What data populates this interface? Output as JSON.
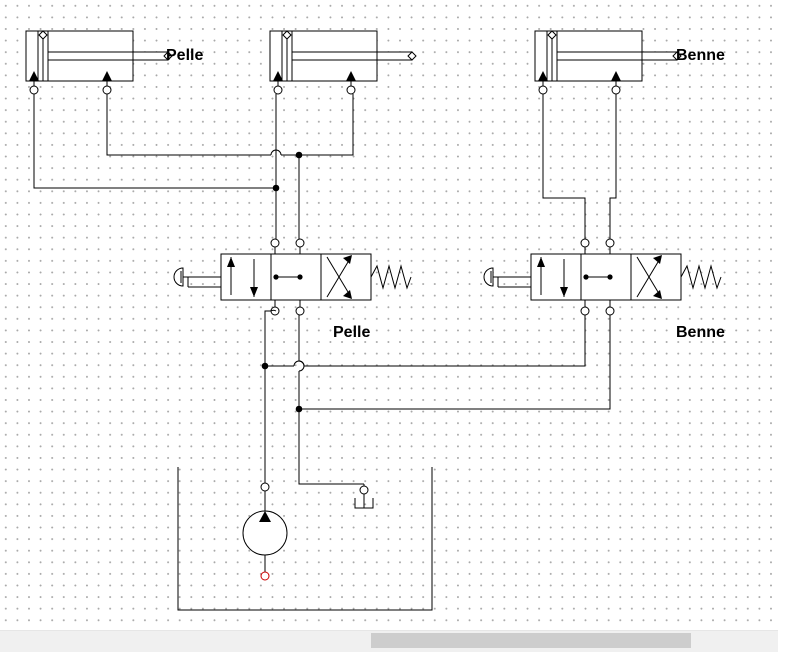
{
  "labels": {
    "cyl_pelle": "Pelle",
    "cyl_benne": "Benne",
    "valve_pelle": "Pelle",
    "valve_benne": "Benne"
  },
  "colors": {
    "line": "#000000",
    "grid_dot": "#a9a9a9",
    "pump_port": "#cc0000",
    "scroll_track": "#f0f0f0",
    "scroll_thumb": "#cdcdcd"
  }
}
